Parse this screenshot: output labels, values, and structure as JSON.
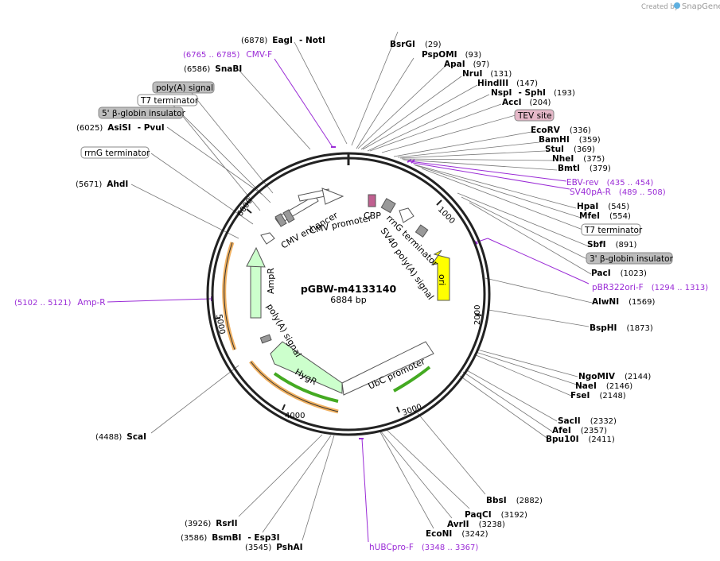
{
  "credit": {
    "created_by": "Created by",
    "brand": "SnapGene"
  },
  "plasmid": {
    "name": "pGBW-m4133140",
    "length": "6884 bp"
  },
  "colors": {
    "primer": "#9a2bd6",
    "ori": "#ffff00",
    "marker": "#ccffcc",
    "promoter": "#ffffff",
    "orange": "#f0b060",
    "green": "#44aa22"
  },
  "ticks": [
    "1000",
    "2000",
    "3000",
    "4000",
    "5000",
    "6000"
  ],
  "sites": [
    {
      "name": "EagI",
      "name2": "NotI",
      "pos": "(6878)"
    },
    {
      "name": "SnaBI",
      "pos": "(6586)"
    },
    {
      "name": "AsiSI",
      "name2": "PvuI",
      "pos": "(6025)"
    },
    {
      "name": "AhdI",
      "pos": "(5671)"
    },
    {
      "name": "BsrGI",
      "pos": "(29)"
    },
    {
      "name": "PspOMI",
      "pos": "(93)"
    },
    {
      "name": "ApaI",
      "pos": "(97)"
    },
    {
      "name": "NruI",
      "pos": "(131)"
    },
    {
      "name": "HindIII",
      "pos": "(147)"
    },
    {
      "name": "NspI",
      "name2": "SphI",
      "pos": "(193)"
    },
    {
      "name": "AccI",
      "pos": "(204)"
    },
    {
      "name": "EcoRV",
      "pos": "(336)"
    },
    {
      "name": "BamHI",
      "pos": "(359)"
    },
    {
      "name": "StuI",
      "pos": "(369)"
    },
    {
      "name": "NheI",
      "pos": "(375)"
    },
    {
      "name": "BmtI",
      "pos": "(379)"
    },
    {
      "name": "HpaI",
      "pos": "(545)"
    },
    {
      "name": "MfeI",
      "pos": "(554)"
    },
    {
      "name": "SbfI",
      "pos": "(891)"
    },
    {
      "name": "PacI",
      "pos": "(1023)"
    },
    {
      "name": "AlwNI",
      "pos": "(1569)"
    },
    {
      "name": "BspHI",
      "pos": "(1873)"
    },
    {
      "name": "NgoMIV",
      "pos": "(2144)"
    },
    {
      "name": "NaeI",
      "pos": "(2146)"
    },
    {
      "name": "FseI",
      "pos": "(2148)"
    },
    {
      "name": "SacII",
      "pos": "(2332)"
    },
    {
      "name": "AfeI",
      "pos": "(2357)"
    },
    {
      "name": "Bpu10I",
      "pos": "(2411)"
    },
    {
      "name": "BbsI",
      "pos": "(2882)"
    },
    {
      "name": "PaqCI",
      "pos": "(3192)"
    },
    {
      "name": "AvrII",
      "pos": "(3238)"
    },
    {
      "name": "EcoNI",
      "pos": "(3242)"
    },
    {
      "name": "PshAI",
      "pos": "(3545)"
    },
    {
      "name": "BsmBI",
      "name2": "Esp3I",
      "pos": "(3586)"
    },
    {
      "name": "RsrII",
      "pos": "(3926)"
    },
    {
      "name": "ScaI",
      "pos": "(4488)"
    }
  ],
  "primers": [
    {
      "name": "CMV-F",
      "range": "(6765 .. 6785)"
    },
    {
      "name": "EBV-rev",
      "range": "(435 .. 454)"
    },
    {
      "name": "SV40pA-R",
      "range": "(489 .. 508)"
    },
    {
      "name": "pBR322ori-F",
      "range": "(1294 .. 1313)"
    },
    {
      "name": "Amp-R",
      "range": "(5102 .. 5121)"
    },
    {
      "name": "hUBCpro-F",
      "range": "(3348 .. 3367)"
    }
  ],
  "boxed_features": [
    {
      "name": "poly(A) signal"
    },
    {
      "name": "T7 terminator"
    },
    {
      "name": "5' β-globin insulator"
    },
    {
      "name": "rrnG terminator"
    },
    {
      "name": "TEV site"
    },
    {
      "name": "T7 terminator"
    },
    {
      "name": "3' β-globin insulator"
    }
  ],
  "inner_features": {
    "cmv_enhancer": "CMV enhancer",
    "cmv_promoter": "CMV promoter",
    "cbp": "CBP",
    "rrng_terminator": "rrnG terminator",
    "sv40_polya": "SV40 poly(A) signal",
    "ori": "ori",
    "ampr": "AmpR",
    "polya_signal": "poly(A) signal",
    "hygr": "HygR",
    "ubc_promoter": "UbC promoter"
  }
}
